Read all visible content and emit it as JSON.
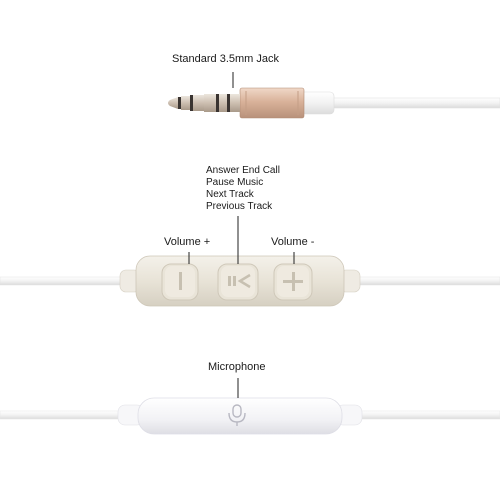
{
  "labels": {
    "jack": "Standard 3.5mm Jack",
    "multifunction": [
      "Answer End Call",
      "Pause Music",
      "Next Track",
      "Previous Track"
    ],
    "volume_plus": "Volume +",
    "volume_minus": "Volume -",
    "microphone": "Microphone"
  },
  "colors": {
    "cable": "#f4f4f4",
    "remote_body": "#ebe7dc",
    "jack_barrel": "#d7b39b",
    "jack_metal": "#cfc7bd",
    "mic_body": "#f6f6f8"
  },
  "icons": {
    "volume_down": "minus-icon",
    "play_pause": "play-pause-icon",
    "volume_up": "plus-icon",
    "microphone": "microphone-icon"
  }
}
